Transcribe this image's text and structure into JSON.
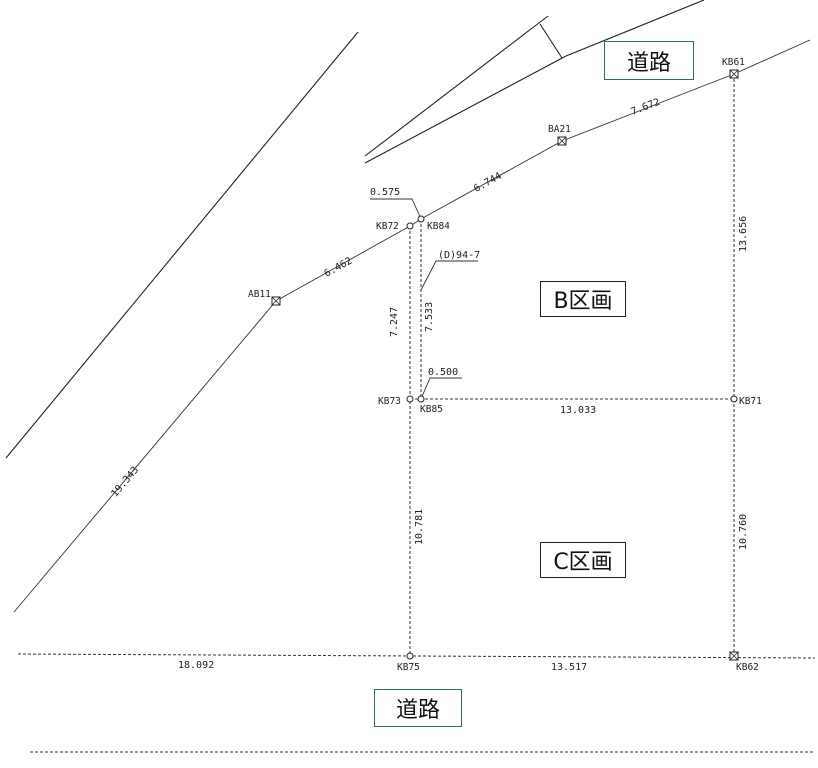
{
  "roads": {
    "top": "道路",
    "bottom": "道路"
  },
  "parcels": {
    "b": "B区画",
    "c": "C区画"
  },
  "points": {
    "KB61": "KB61",
    "BA21": "BA21",
    "KB72": "KB72",
    "KB84": "KB84",
    "AB11": "AB11",
    "KB73": "KB73",
    "KB85": "KB85",
    "KB71": "KB71",
    "KB75": "KB75",
    "KB62": "KB62"
  },
  "distances": {
    "KB61_BA21": "7.672",
    "BA21_KB84": "6.744",
    "KB72_KB84": "0.575",
    "AB11_KB72": "6.462",
    "KB72_KB73": "7.247",
    "KB84_KB85": "7.533",
    "KB73_KB85": "0.500",
    "KB85_KB71": "13.033",
    "KB61_KB71": "13.656",
    "AB11_south": "19.343",
    "KB73_KB75": "10.781",
    "KB71_KB62": "10.760",
    "west_KB75": "18.092",
    "KB75_KB62": "13.517"
  },
  "notes": {
    "ref": "(D)94-7"
  }
}
